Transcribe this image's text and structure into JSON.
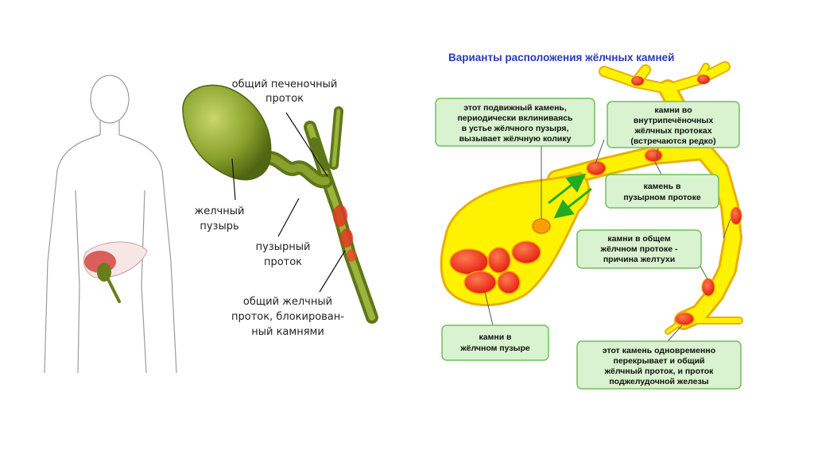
{
  "left": {
    "labels": {
      "common_hepatic_duct": [
        "общий печеночный",
        "проток"
      ],
      "gallbladder": [
        "желчный",
        "пузырь"
      ],
      "cystic_duct": [
        "пузырный",
        "проток"
      ],
      "common_bile_duct": [
        "общий желчный",
        "проток, блокирован-",
        "ный камнями"
      ]
    }
  },
  "right": {
    "title": "Варианты расположения жёлчных камней",
    "boxes": {
      "mobile_stone": [
        "этот подвижный камень,",
        "периодически вклиниваясь",
        "в устье жёлчного пузыря,",
        "вызывает жёлчную колику"
      ],
      "intrahepatic": [
        "камни во",
        "внутрипечёночных",
        "жёлчных протоках",
        "(встречаются редко)"
      ],
      "cystic": [
        "камень в",
        "пузырном протоке"
      ],
      "common_duct": [
        "камни в общем",
        "жёлчном протоке -",
        "причина желтухи"
      ],
      "gallbladder": [
        "камни в",
        "жёлчном пузыре"
      ],
      "pancreatic": [
        "этот камень одновременно",
        "перекрывает и общий",
        "жёлчный проток, и проток",
        "поджелудочной железы"
      ]
    }
  },
  "colors": {
    "bile": "#fff200",
    "outline": "#f0b800",
    "stone": "#ee2a1a",
    "arrow": "#22aa22",
    "box_fill": "#d9f2cf",
    "title": "#2a3bb0"
  }
}
